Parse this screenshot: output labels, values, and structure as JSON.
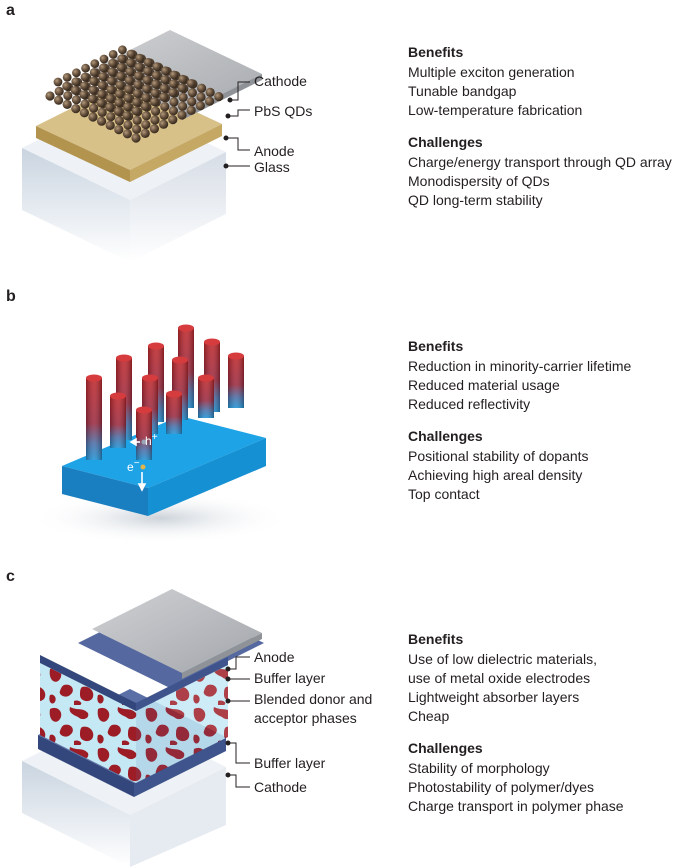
{
  "panels": [
    {
      "letter": "a",
      "labels": [
        "Cathode",
        "PbS QDs",
        "Anode",
        "Glass"
      ],
      "benefits_title": "Benefits",
      "benefits": [
        "Multiple exciton generation",
        "Tunable bandgap",
        "Low-temperature fabrication"
      ],
      "challenges_title": "Challenges",
      "challenges": [
        "Charge/energy transport through QD array",
        "Monodispersity of QDs",
        "QD long-term stability"
      ]
    },
    {
      "letter": "b",
      "labels": [
        "h",
        "+",
        "e",
        "−"
      ],
      "benefits_title": "Benefits",
      "benefits": [
        "Reduction in minority-carrier lifetime",
        "Reduced material usage",
        "Reduced reflectivity"
      ],
      "challenges_title": "Challenges",
      "challenges": [
        "Positional stability of dopants",
        "Achieving high areal density",
        "Top contact"
      ]
    },
    {
      "letter": "c",
      "labels": [
        "Anode",
        "Buffer layer",
        "Blended donor and",
        "acceptor phases",
        "Buffer layer",
        "Cathode"
      ],
      "benefits_title": "Benefits",
      "benefits": [
        "Use of low dielectric materials,",
        "use of metal oxide electrodes",
        "Lightweight absorber layers",
        "Cheap"
      ],
      "challenges_title": "Challenges",
      "challenges": [
        "Stability of morphology",
        "Photostability of polymer/dyes",
        "Charge transport in polymer phase"
      ]
    }
  ],
  "colors": {
    "glass": "#dfe6ee",
    "anode_gold": "#c9ad6c",
    "cathode_silver": "#b9bcc0",
    "qd_brown": "#5e4a36",
    "substrate_blue": "#1a9be0",
    "nanowire_red": "#b5262a",
    "buffer_navy": "#3c5590",
    "donor_red": "#9b1c24",
    "acceptor_cyan": "#bde6f3"
  }
}
